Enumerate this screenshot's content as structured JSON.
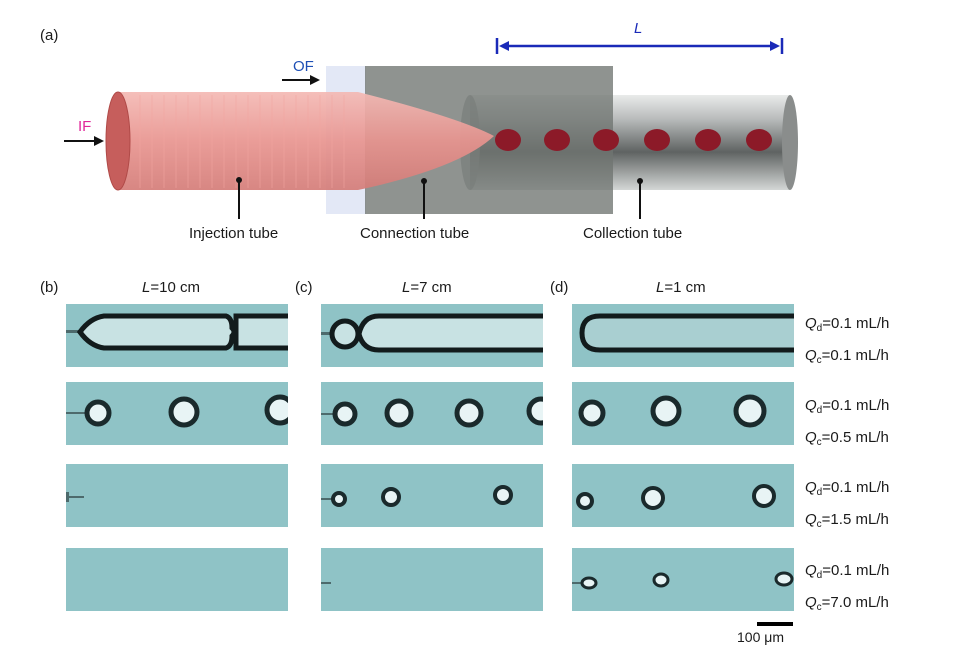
{
  "panel_a": {
    "letter": "(a)",
    "if_label": "IF",
    "of_label": "OF",
    "length_label": "L",
    "labels": {
      "injection": "Injection tube",
      "connection": "Connection tube",
      "collection": "Collection tube"
    },
    "colors": {
      "inner_fluid": "#e07d7a",
      "if_text": "#e0279a",
      "of_text": "#1d4fb5",
      "length_arrow": "#1a2ab8",
      "connection_tube": "#6f7471",
      "droplet": "#8c1a28"
    }
  },
  "columns": [
    {
      "letter": "(b)",
      "length_var": "L",
      "length_value": "=10 cm"
    },
    {
      "letter": "(c)",
      "length_var": "L",
      "length_value": "=7 cm"
    },
    {
      "letter": "(d)",
      "length_var": "L",
      "length_value": "=1 cm"
    }
  ],
  "conditions": [
    {
      "qd_sym": "Q",
      "qd_sub": "d",
      "qd_val": "=0.1 mL/h",
      "qc_sym": "Q",
      "qc_sub": "c",
      "qc_val": "=0.1 mL/h"
    },
    {
      "qd_sym": "Q",
      "qd_sub": "d",
      "qd_val": "=0.1 mL/h",
      "qc_sym": "Q",
      "qc_sub": "c",
      "qc_val": "=0.5 mL/h"
    },
    {
      "qd_sym": "Q",
      "qd_sub": "d",
      "qd_val": "=0.1 mL/h",
      "qc_sym": "Q",
      "qc_sub": "c",
      "qc_val": "=1.5 mL/h"
    },
    {
      "qd_sym": "Q",
      "qd_sub": "d",
      "qd_val": "=0.1 mL/h",
      "qc_sym": "Q",
      "qc_sub": "c",
      "qc_val": "=7.0 mL/h"
    }
  ],
  "scale_bar": {
    "label": "100 μm"
  },
  "micrograph_colors": {
    "background": "#8fc3c6",
    "droplet_edge": "#1a2a2c"
  },
  "grid_states": [
    [
      "plug",
      "plug-pinch",
      "plug-long"
    ],
    [
      "dripping-large",
      "dripping-large",
      "dripping-large"
    ],
    [
      "none",
      "dripping-small",
      "dripping-medium"
    ],
    [
      "none",
      "none",
      "dripping-tiny"
    ]
  ]
}
